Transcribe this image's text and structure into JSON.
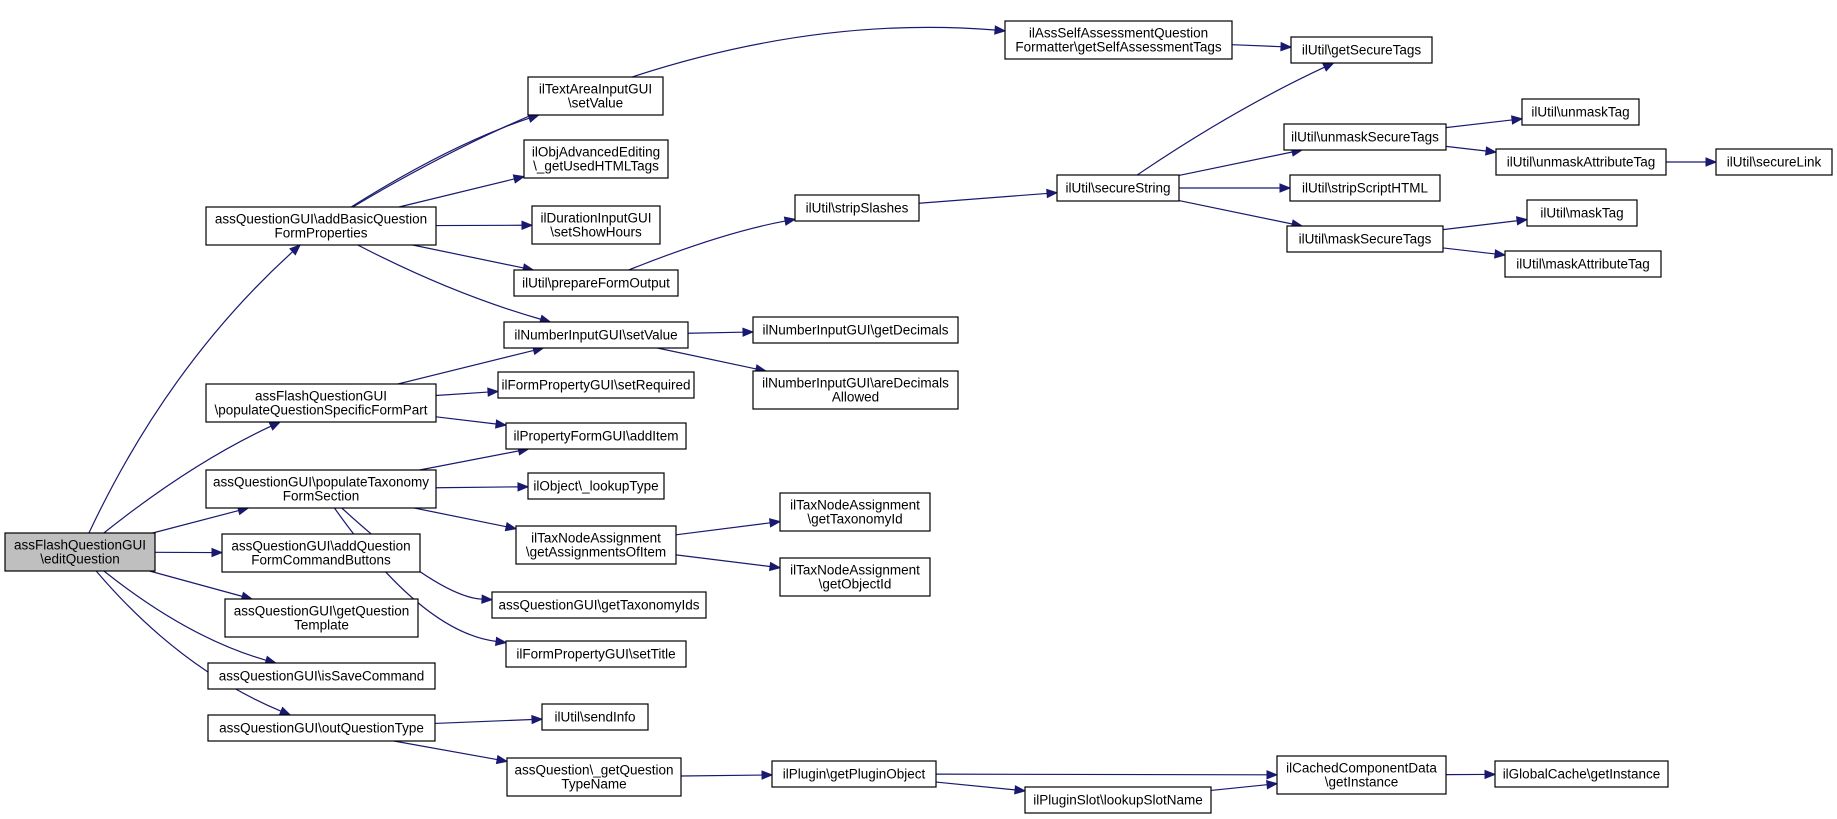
{
  "diagram": {
    "nodes": [
      {
        "id": "root",
        "label": "assFlashQuestionGUI\n\\editQuestion",
        "root": true
      },
      {
        "id": "addBasic",
        "label": "assQuestionGUI\\addBasicQuestion\nFormProperties"
      },
      {
        "id": "populateSpecific",
        "label": "assFlashQuestionGUI\n\\populateQuestionSpecificFormPart"
      },
      {
        "id": "populateTaxonomy",
        "label": "assQuestionGUI\\populateTaxonomy\nFormSection"
      },
      {
        "id": "addCommandButtons",
        "label": "assQuestionGUI\\addQuestion\nFormCommandButtons"
      },
      {
        "id": "getTemplate",
        "label": "assQuestionGUI\\getQuestion\nTemplate"
      },
      {
        "id": "isSave",
        "label": "assQuestionGUI\\isSaveCommand"
      },
      {
        "id": "outType",
        "label": "assQuestionGUI\\outQuestionType"
      },
      {
        "id": "selfAssessTags",
        "label": "ilAssSelfAssessmentQuestion\nFormatter\\getSelfAssessmentTags"
      },
      {
        "id": "textAreaSetValue",
        "label": "ilTextAreaInputGUI\n\\setValue"
      },
      {
        "id": "usedHtmlTags",
        "label": "ilObjAdvancedEditing\n\\_getUsedHTMLTags"
      },
      {
        "id": "durationShowHours",
        "label": "ilDurationInputGUI\n\\setShowHours"
      },
      {
        "id": "prepareFormOutput",
        "label": "ilUtil\\prepareFormOutput"
      },
      {
        "id": "numberSetValue",
        "label": "ilNumberInputGUI\\setValue"
      },
      {
        "id": "setRequired",
        "label": "ilFormPropertyGUI\\setRequired"
      },
      {
        "id": "addItem",
        "label": "ilPropertyFormGUI\\addItem"
      },
      {
        "id": "lookupType",
        "label": "ilObject\\_lookupType"
      },
      {
        "id": "assignmentsOfItem",
        "label": "ilTaxNodeAssignment\n\\getAssignmentsOfItem"
      },
      {
        "id": "getTaxonomyIds",
        "label": "assQuestionGUI\\getTaxonomyIds"
      },
      {
        "id": "setTitle",
        "label": "ilFormPropertyGUI\\setTitle"
      },
      {
        "id": "sendInfo",
        "label": "ilUtil\\sendInfo"
      },
      {
        "id": "getQuestionTypeName",
        "label": "assQuestion\\_getQuestion\nTypeName"
      },
      {
        "id": "stripSlashes",
        "label": "ilUtil\\stripSlashes"
      },
      {
        "id": "getDecimals",
        "label": "ilNumberInputGUI\\getDecimals"
      },
      {
        "id": "areDecimalsAllowed",
        "label": "ilNumberInputGUI\\areDecimals\nAllowed"
      },
      {
        "id": "getTaxonomyId",
        "label": "ilTaxNodeAssignment\n\\getTaxonomyId"
      },
      {
        "id": "getObjectId",
        "label": "ilTaxNodeAssignment\n\\getObjectId"
      },
      {
        "id": "getPluginObject",
        "label": "ilPlugin\\getPluginObject"
      },
      {
        "id": "secureString",
        "label": "ilUtil\\secureString"
      },
      {
        "id": "lookupSlotName",
        "label": "ilPluginSlot\\lookupSlotName"
      },
      {
        "id": "getSecureTags",
        "label": "ilUtil\\getSecureTags"
      },
      {
        "id": "unmaskSecureTags",
        "label": "ilUtil\\unmaskSecureTags"
      },
      {
        "id": "stripScriptHTML",
        "label": "ilUtil\\stripScriptHTML"
      },
      {
        "id": "maskSecureTags",
        "label": "ilUtil\\maskSecureTags"
      },
      {
        "id": "cachedGetInstance",
        "label": "ilCachedComponentData\n\\getInstance"
      },
      {
        "id": "unmaskTag",
        "label": "ilUtil\\unmaskTag"
      },
      {
        "id": "unmaskAttributeTag",
        "label": "ilUtil\\unmaskAttributeTag"
      },
      {
        "id": "maskTag",
        "label": "ilUtil\\maskTag"
      },
      {
        "id": "maskAttributeTag",
        "label": "ilUtil\\maskAttributeTag"
      },
      {
        "id": "globalCacheGetInstance",
        "label": "ilGlobalCache\\getInstance"
      },
      {
        "id": "secureLink",
        "label": "ilUtil\\secureLink"
      }
    ],
    "edges": [
      [
        "root",
        "addBasic"
      ],
      [
        "root",
        "populateSpecific"
      ],
      [
        "root",
        "populateTaxonomy"
      ],
      [
        "root",
        "addCommandButtons"
      ],
      [
        "root",
        "getTemplate"
      ],
      [
        "root",
        "isSave"
      ],
      [
        "root",
        "outType"
      ],
      [
        "addBasic",
        "selfAssessTags"
      ],
      [
        "addBasic",
        "textAreaSetValue"
      ],
      [
        "addBasic",
        "usedHtmlTags"
      ],
      [
        "addBasic",
        "durationShowHours"
      ],
      [
        "addBasic",
        "prepareFormOutput"
      ],
      [
        "addBasic",
        "numberSetValue"
      ],
      [
        "populateSpecific",
        "numberSetValue"
      ],
      [
        "populateSpecific",
        "setRequired"
      ],
      [
        "populateSpecific",
        "addItem"
      ],
      [
        "populateTaxonomy",
        "addItem"
      ],
      [
        "populateTaxonomy",
        "lookupType"
      ],
      [
        "populateTaxonomy",
        "assignmentsOfItem"
      ],
      [
        "populateTaxonomy",
        "getTaxonomyIds"
      ],
      [
        "populateTaxonomy",
        "setTitle"
      ],
      [
        "outType",
        "sendInfo"
      ],
      [
        "outType",
        "getQuestionTypeName"
      ],
      [
        "selfAssessTags",
        "getSecureTags"
      ],
      [
        "prepareFormOutput",
        "stripSlashes"
      ],
      [
        "numberSetValue",
        "getDecimals"
      ],
      [
        "numberSetValue",
        "areDecimalsAllowed"
      ],
      [
        "assignmentsOfItem",
        "getTaxonomyId"
      ],
      [
        "assignmentsOfItem",
        "getObjectId"
      ],
      [
        "getQuestionTypeName",
        "getPluginObject"
      ],
      [
        "stripSlashes",
        "secureString"
      ],
      [
        "getPluginObject",
        "cachedGetInstance"
      ],
      [
        "getPluginObject",
        "lookupSlotName"
      ],
      [
        "secureString",
        "getSecureTags"
      ],
      [
        "secureString",
        "unmaskSecureTags"
      ],
      [
        "secureString",
        "stripScriptHTML"
      ],
      [
        "secureString",
        "maskSecureTags"
      ],
      [
        "lookupSlotName",
        "cachedGetInstance"
      ],
      [
        "unmaskSecureTags",
        "unmaskTag"
      ],
      [
        "unmaskSecureTags",
        "unmaskAttributeTag"
      ],
      [
        "maskSecureTags",
        "maskTag"
      ],
      [
        "maskSecureTags",
        "maskAttributeTag"
      ],
      [
        "cachedGetInstance",
        "globalCacheGetInstance"
      ],
      [
        "unmaskAttributeTag",
        "secureLink"
      ]
    ]
  },
  "colors": {
    "edge": "#191970",
    "root_fill": "#bfbfbf",
    "node_fill": "#ffffff",
    "border": "#000000"
  }
}
